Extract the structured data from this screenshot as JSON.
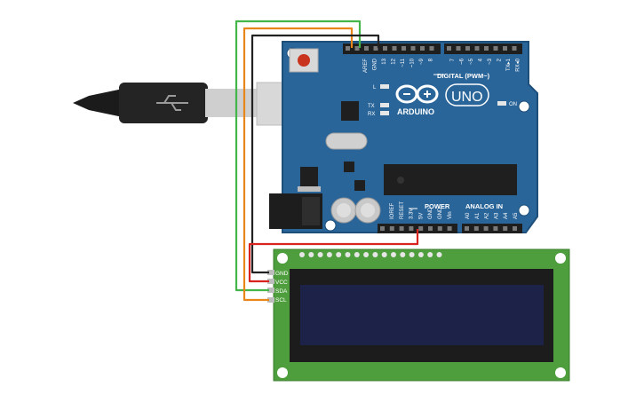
{
  "board": {
    "logo_word": "ARDUINO",
    "model": "UNO",
    "digital_header_label": "DIGITAL (PWM~)",
    "power_label": "POWER",
    "analog_label": "ANALOG IN",
    "led_l": "L",
    "led_tx": "TX",
    "led_rx": "RX",
    "led_on": "ON",
    "digital_pins": [
      "AREF",
      "GND",
      "13",
      "12",
      "~11",
      "~10",
      "~9",
      "8",
      "7",
      "~6",
      "~5",
      "4",
      "~3",
      "2",
      "TX▸1",
      "RX◂0"
    ],
    "power_pins": [
      "IOREF",
      "RESET",
      "3.3V",
      "5V",
      "GND",
      "GND",
      "Vin"
    ],
    "analog_pins": [
      "A0",
      "A1",
      "A2",
      "A3",
      "A4",
      "A5"
    ]
  },
  "lcd": {
    "pin_labels": [
      "GND",
      "VCC",
      "SDA",
      "SCL"
    ],
    "screen_text": ""
  },
  "colors": {
    "board": "#2a6599",
    "board_edge": "#1e4f7b",
    "pcb_green": "#4e9e3d",
    "screen_bg": "#1c2248",
    "wire_black": "#222222",
    "wire_red": "#d8231f",
    "wire_green": "#44b549",
    "wire_orange": "#e8861a"
  }
}
